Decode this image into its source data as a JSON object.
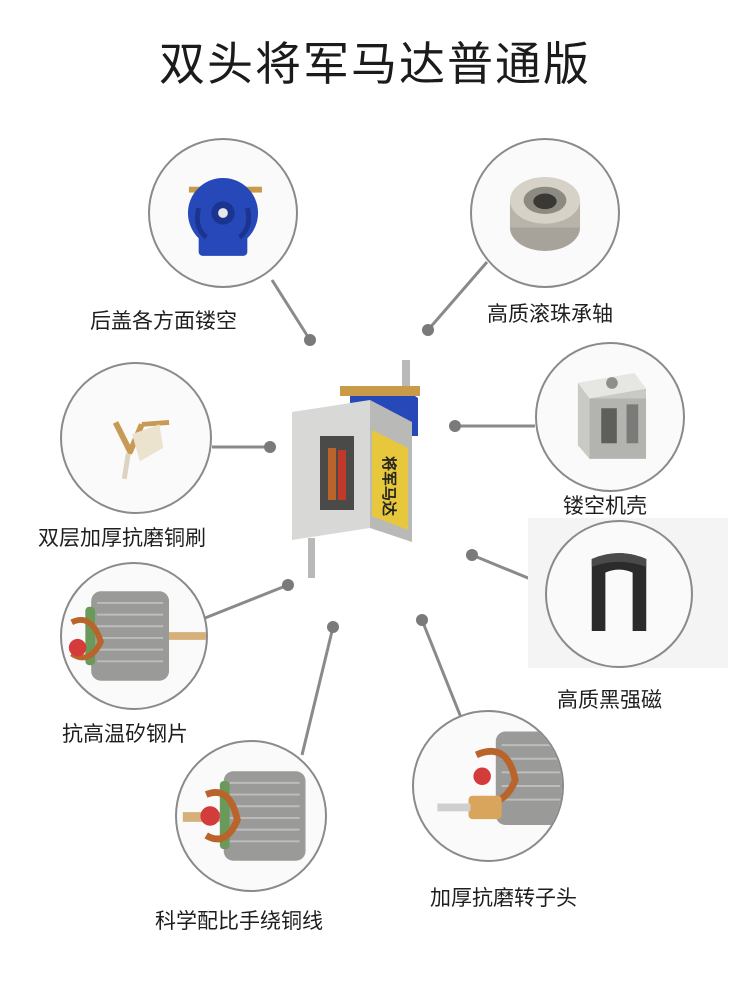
{
  "title": "双头将军马达普通版",
  "motor": {
    "label_text": "将军马达"
  },
  "features": [
    {
      "label": "后盖各方面镂空",
      "icon": "blue-end-cap"
    },
    {
      "label": "高质滚珠承轴",
      "icon": "ball-bearing"
    },
    {
      "label": "双层加厚抗磨铜刷",
      "icon": "copper-brush"
    },
    {
      "label": "镂空机壳",
      "icon": "motor-housing"
    },
    {
      "label": "高质黑强磁",
      "icon": "black-magnet"
    },
    {
      "label": "抗高温矽钢片",
      "icon": "silicon-steel-rotor"
    },
    {
      "label": "科学配比手绕铜线",
      "icon": "copper-wire-rotor"
    },
    {
      "label": "加厚抗磨转子头",
      "icon": "rotor-commutator"
    }
  ],
  "colors": {
    "connector": "#8a8a8a",
    "blue": "#2748b8",
    "copper": "#b8642a",
    "steel": "#9a9a98"
  }
}
